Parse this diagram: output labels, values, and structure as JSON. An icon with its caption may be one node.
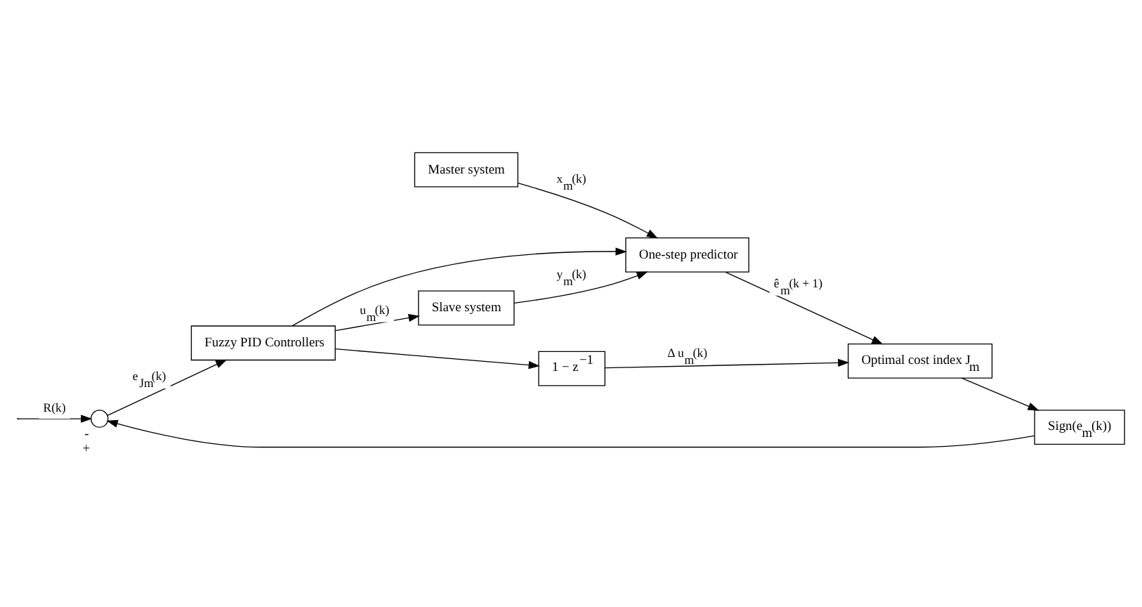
{
  "diagram": {
    "nodes": [
      {
        "text": [],
        "shape": "circle",
        "beside": [
          "-",
          "+"
        ]
      },
      {
        "text": [
          "Fuzzy PID Controllers"
        ]
      },
      {
        "text": [
          "Slave system"
        ]
      },
      {
        "text": [
          "1 − z$^{−1}$"
        ]
      },
      {
        "text": [
          "Sign(e$_{m}$(k))"
        ]
      },
      {
        "text": [
          "Optimal cost index J$_{m}$"
        ]
      },
      {
        "text": [
          "One-step predictor"
        ]
      },
      {
        "text": [
          "Master system"
        ]
      }
    ],
    "edges": [
      {
        "from": null,
        "to": 0,
        "arrow": "to",
        "label": "R(k)"
      },
      {
        "from": 0,
        "to": 1,
        "arrow": "to",
        "label": "e$_{Jm}$(k)"
      },
      {
        "from": 1,
        "to": 2,
        "arrow": "to",
        "label": "u$_{m}$(k)"
      },
      {
        "from": 1,
        "to": 3,
        "arrow": "to"
      },
      {
        "from": 1,
        "to": 6,
        "arrow": "to"
      },
      {
        "from": 2,
        "to": 6,
        "arrow": "to",
        "label": "y$_{m}$(k)"
      },
      {
        "from": 3,
        "to": 5,
        "arrow": "to",
        "label": "Δ u$_{m}$(k)"
      },
      {
        "from": 5,
        "to": 4,
        "arrow": "to"
      },
      {
        "from": 4,
        "to": 0,
        "arrow": "to"
      },
      {
        "from": 6,
        "to": 5,
        "arrow": "to",
        "label": "ê$_{m}$(k + 1)"
      },
      {
        "from": 7,
        "to": 6,
        "arrow": "to",
        "label": "x$_{m}$(k)"
      }
    ]
  }
}
